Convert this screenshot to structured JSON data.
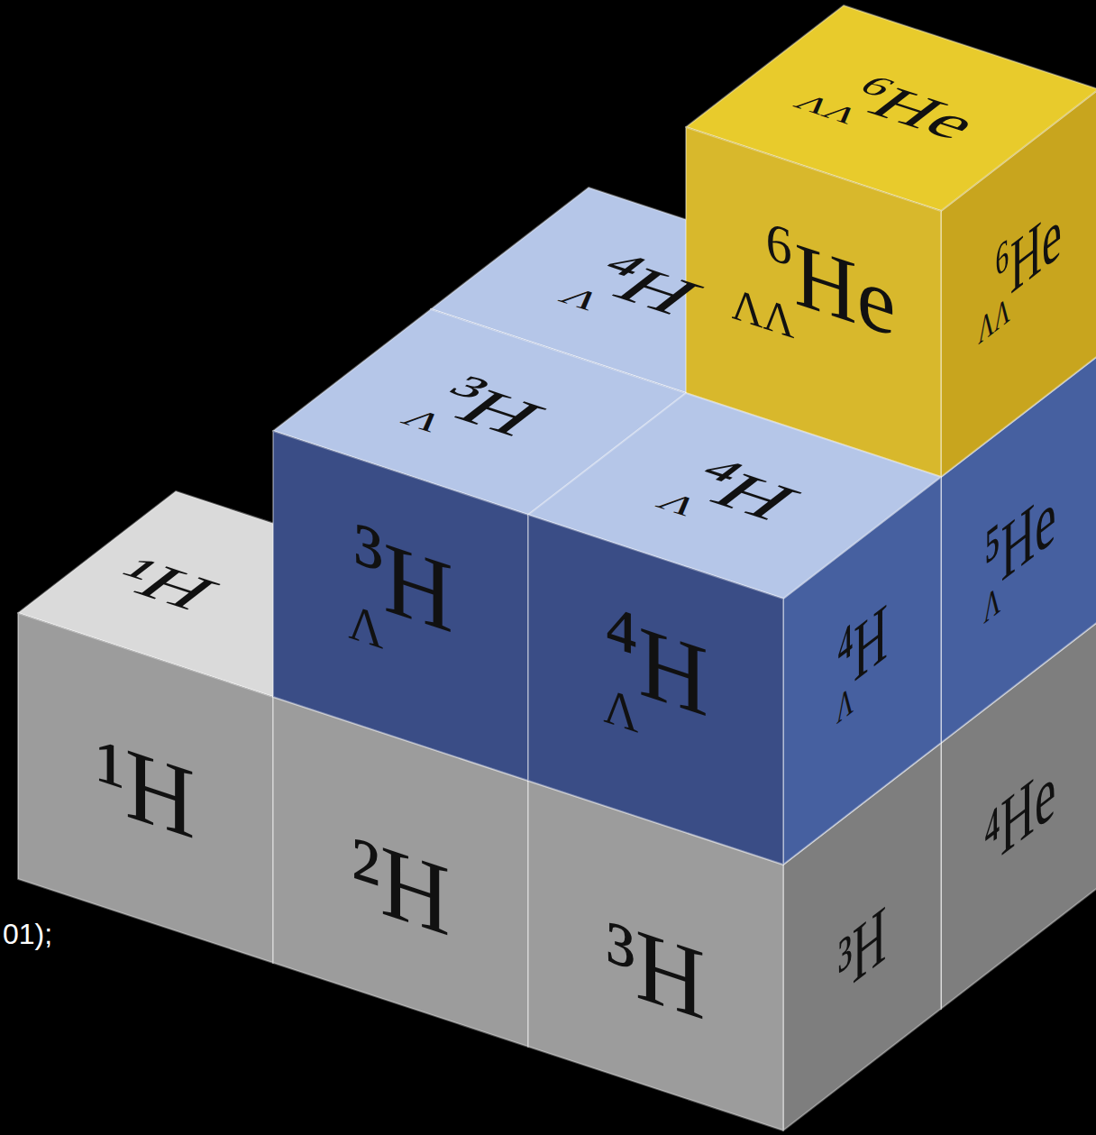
{
  "diagram": {
    "nodes": [
      {
        "text": [
          "¹H",
          "¹H"
        ]
      },
      {
        "text": [
          "²H"
        ]
      },
      {
        "text": [
          "³H",
          "³H"
        ]
      },
      {
        "text": [
          "⁴He"
        ]
      },
      {
        "text": [
          "⁴ΛH"
        ]
      },
      {
        "text": [
          "³ΛH",
          "³ΛH"
        ]
      },
      {
        "text": [
          "⁴ΛH",
          "⁴ΛH",
          "⁴ΛH"
        ]
      },
      {
        "text": [
          "⁵ΛHe"
        ]
      },
      {
        "text": [
          "⁶ΛΛHe",
          "⁶ΛΛHe",
          "⁶ΛΛHe"
        ]
      }
    ],
    "labels": [
      "01);"
    ]
  }
}
